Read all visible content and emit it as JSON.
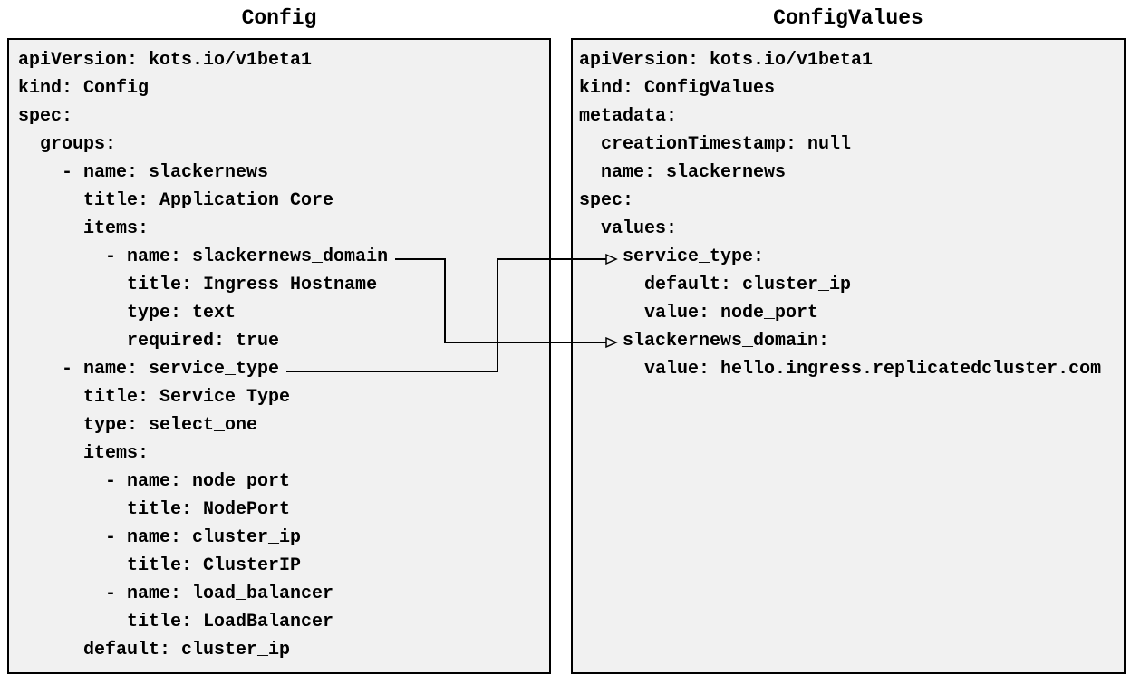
{
  "colors": {
    "page_background": "#ffffff",
    "panel_background": "#f1f1f1",
    "panel_border": "#000000",
    "text": "#000000",
    "connector": "#000000"
  },
  "panels": [
    {
      "title": "Config",
      "lines": [
        "apiVersion: kots.io/v1beta1",
        "kind: Config",
        "spec:",
        "  groups:",
        "    - name: slackernews",
        "      title: Application Core",
        "      items:",
        "        - name: slackernews_domain",
        "          title: Ingress Hostname",
        "          type: text",
        "          required: true",
        "    - name: service_type",
        "      title: Service Type",
        "      type: select_one",
        "      items:",
        "        - name: node_port",
        "          title: NodePort",
        "        - name: cluster_ip",
        "          title: ClusterIP",
        "        - name: load_balancer",
        "          title: LoadBalancer",
        "      default: cluster_ip"
      ]
    },
    {
      "title": "ConfigValues",
      "lines": [
        "apiVersion: kots.io/v1beta1",
        "kind: ConfigValues",
        "metadata:",
        "  creationTimestamp: null",
        "  name: slackernews",
        "spec:",
        "  values:",
        "    service_type:",
        "      default: cluster_ip",
        "      value: node_port",
        "    slackernews_domain:",
        "      value: hello.ingress.replicatedcluster.com"
      ]
    }
  ],
  "connectors": [
    {
      "from": "Config: slackernews_domain",
      "to": "ConfigValues: slackernews_domain"
    },
    {
      "from": "Config: service_type",
      "to": "ConfigValues: service_type"
    }
  ]
}
